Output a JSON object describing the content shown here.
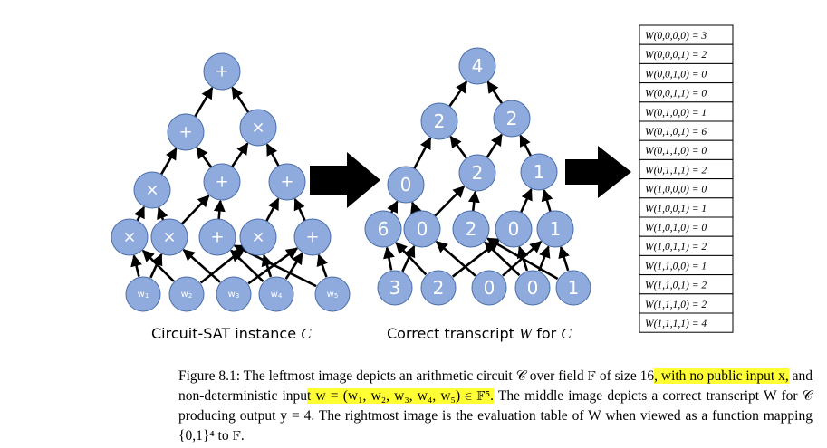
{
  "circuit": {
    "nodes": [
      {
        "id": "c0",
        "label": "+"
      },
      {
        "id": "c1",
        "label": "+"
      },
      {
        "id": "c2",
        "label": "×"
      },
      {
        "id": "c3",
        "label": "×"
      },
      {
        "id": "c4",
        "label": "+"
      },
      {
        "id": "c5",
        "label": "+"
      },
      {
        "id": "c6",
        "label": "×"
      },
      {
        "id": "c7",
        "label": "×"
      },
      {
        "id": "c8",
        "label": "+"
      },
      {
        "id": "c9",
        "label": "×"
      },
      {
        "id": "c10",
        "label": "+"
      },
      {
        "id": "w1",
        "label": "w1"
      },
      {
        "id": "w2",
        "label": "w2"
      },
      {
        "id": "w3",
        "label": "w3"
      },
      {
        "id": "w4",
        "label": "w4"
      },
      {
        "id": "w5",
        "label": "w5"
      }
    ],
    "caption_text": "Circuit-SAT instance ",
    "caption_var": "C"
  },
  "transcript": {
    "values": [
      "4",
      "2",
      "2",
      "0",
      "2",
      "1",
      "6",
      "0",
      "2",
      "0",
      "1",
      "3",
      "2",
      "0",
      "0",
      "1"
    ],
    "caption_text": "Correct transcript ",
    "caption_var": "W",
    "caption_mid": " for ",
    "caption_var2": "C"
  },
  "table": {
    "rows": [
      "W(0,0,0,0) = 3",
      "W(0,0,0,1) = 2",
      "W(0,0,1,0) = 0",
      "W(0,0,1,1) = 0",
      "W(0,1,0,0) = 1",
      "W(0,1,0,1) = 6",
      "W(0,1,1,0) = 0",
      "W(0,1,1,1) = 2",
      "W(1,0,0,0) = 0",
      "W(1,0,0,1) = 1",
      "W(1,0,1,0) = 0",
      "W(1,0,1,1) = 2",
      "W(1,1,0,0) = 1",
      "W(1,1,0,1) = 2",
      "W(1,1,1,0) = 2",
      "W(1,1,1,1) = 4"
    ]
  },
  "caption": {
    "p1": "Figure 8.1: The leftmost image depicts an arithmetic circuit 𝒞 over field 𝔽 of size 16",
    "p2": ", with no public input x,",
    "p3": " and non-deterministic inpu",
    "p4": "t w = (w₁, w₂, w₃, w₄, w₅) ∈ 𝔽⁵.",
    "p5": " The middle image depicts a correct transcript W for 𝒞 producing output y = 4. The rightmost image is the evaluation table of W when viewed as a function mapping {0,1}⁴ to 𝔽."
  },
  "colors": {
    "node_fill": "#8faadc",
    "highlight": "#ffff33"
  }
}
